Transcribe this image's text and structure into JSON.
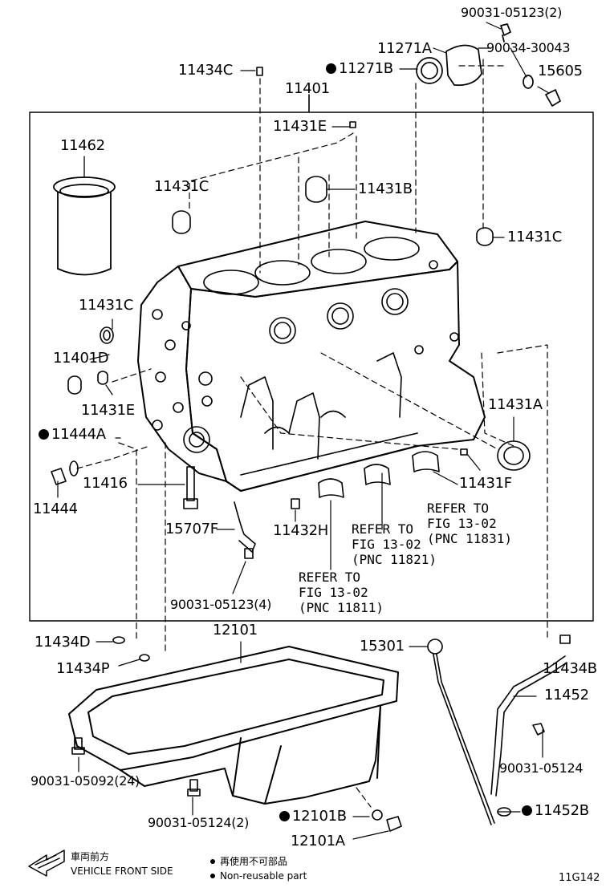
{
  "diagram_code": "11G142",
  "legend": {
    "front_side_jp": "車両前方",
    "front_side_en": "VEHICLE FRONT SIDE",
    "non_reusable_jp": "再使用不可部品",
    "non_reusable_en": "Non-reusable part"
  },
  "parts": {
    "p_90031_05123_2": "90031-05123(2)",
    "p_11271A": "11271A",
    "p_90034_30043": "90034-30043",
    "p_11434C": "11434C",
    "p_11271B": "11271B",
    "p_15605": "15605",
    "p_11401": "11401",
    "p_11431E_top": "11431E",
    "p_11462": "11462",
    "p_11431C_a": "11431C",
    "p_11431B": "11431B",
    "p_11431C_b": "11431C",
    "p_11431C_c": "11431C",
    "p_11401D": "11401D",
    "p_11431E_b": "11431E",
    "p_11431A": "11431A",
    "p_11444A": "11444A",
    "p_11416": "11416",
    "p_11444": "11444",
    "p_11431F": "11431F",
    "p_15707F": "15707F",
    "p_11432H": "11432H",
    "p_90031_05123_4": "90031-05123(4)",
    "p_11434D": "11434D",
    "p_12101": "12101",
    "p_15301": "15301",
    "p_11434B": "11434B",
    "p_11434P": "11434P",
    "p_11452": "11452",
    "p_90031_05124": "90031-05124",
    "p_90031_05092": "90031-05092(24)",
    "p_11452B": "11452B",
    "p_12101B": "12101B",
    "p_90031_05124_2": "90031-05124(2)",
    "p_12101A": "12101A"
  },
  "refs": {
    "r1": "REFER TO\nFIG 13-02\n(PNC 11831)",
    "r2": "REFER TO\nFIG 13-02\n(PNC 11821)",
    "r3": "REFER TO\nFIG 13-02\n(PNC 11811)"
  }
}
